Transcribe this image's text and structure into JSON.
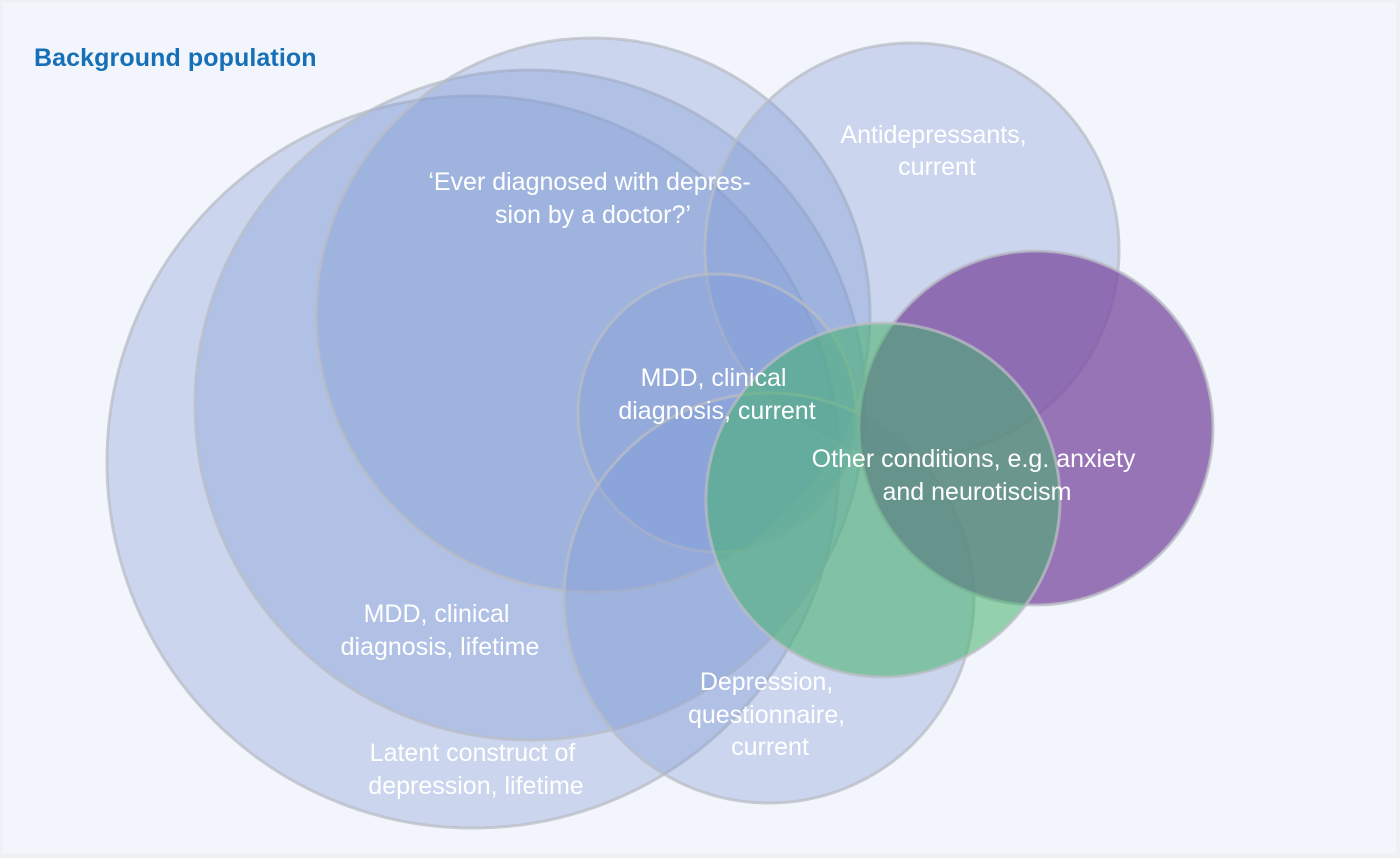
{
  "diagram": {
    "title": "Background population",
    "colors": {
      "title": "#1570b8",
      "background": "#f2f5fb",
      "blue_fill": "#7b98d3",
      "purple_fill": "#7e4fa3",
      "green_fill": "#45b36b",
      "stroke": "#b9bcc6",
      "label": "#ffffff"
    },
    "sets": [
      {
        "id": "latent",
        "lines": [
          "Latent construct of",
          "depression, lifetime"
        ],
        "color": "blue"
      },
      {
        "id": "mdd-lifetime",
        "lines": [
          "MDD, clinical",
          "diagnosis, lifetime"
        ],
        "color": "blue"
      },
      {
        "id": "ever-diagnosed",
        "lines": [
          "‘Ever diagnosed with depres-",
          "sion by a doctor?’"
        ],
        "color": "blue"
      },
      {
        "id": "antidepressants",
        "lines": [
          "Antidepressants,",
          "current"
        ],
        "color": "blue"
      },
      {
        "id": "mdd-current",
        "lines": [
          "MDD, clinical",
          "diagnosis, current"
        ],
        "color": "blue"
      },
      {
        "id": "questionnaire",
        "lines": [
          "Depression,",
          "questionnaire,",
          "current"
        ],
        "color": "blue"
      },
      {
        "id": "other-purple",
        "lines": [],
        "color": "purple"
      },
      {
        "id": "other-conditions",
        "lines": [
          "Other conditions, e.g. anxiety",
          "and neurotiscism"
        ],
        "color": "green"
      }
    ]
  }
}
